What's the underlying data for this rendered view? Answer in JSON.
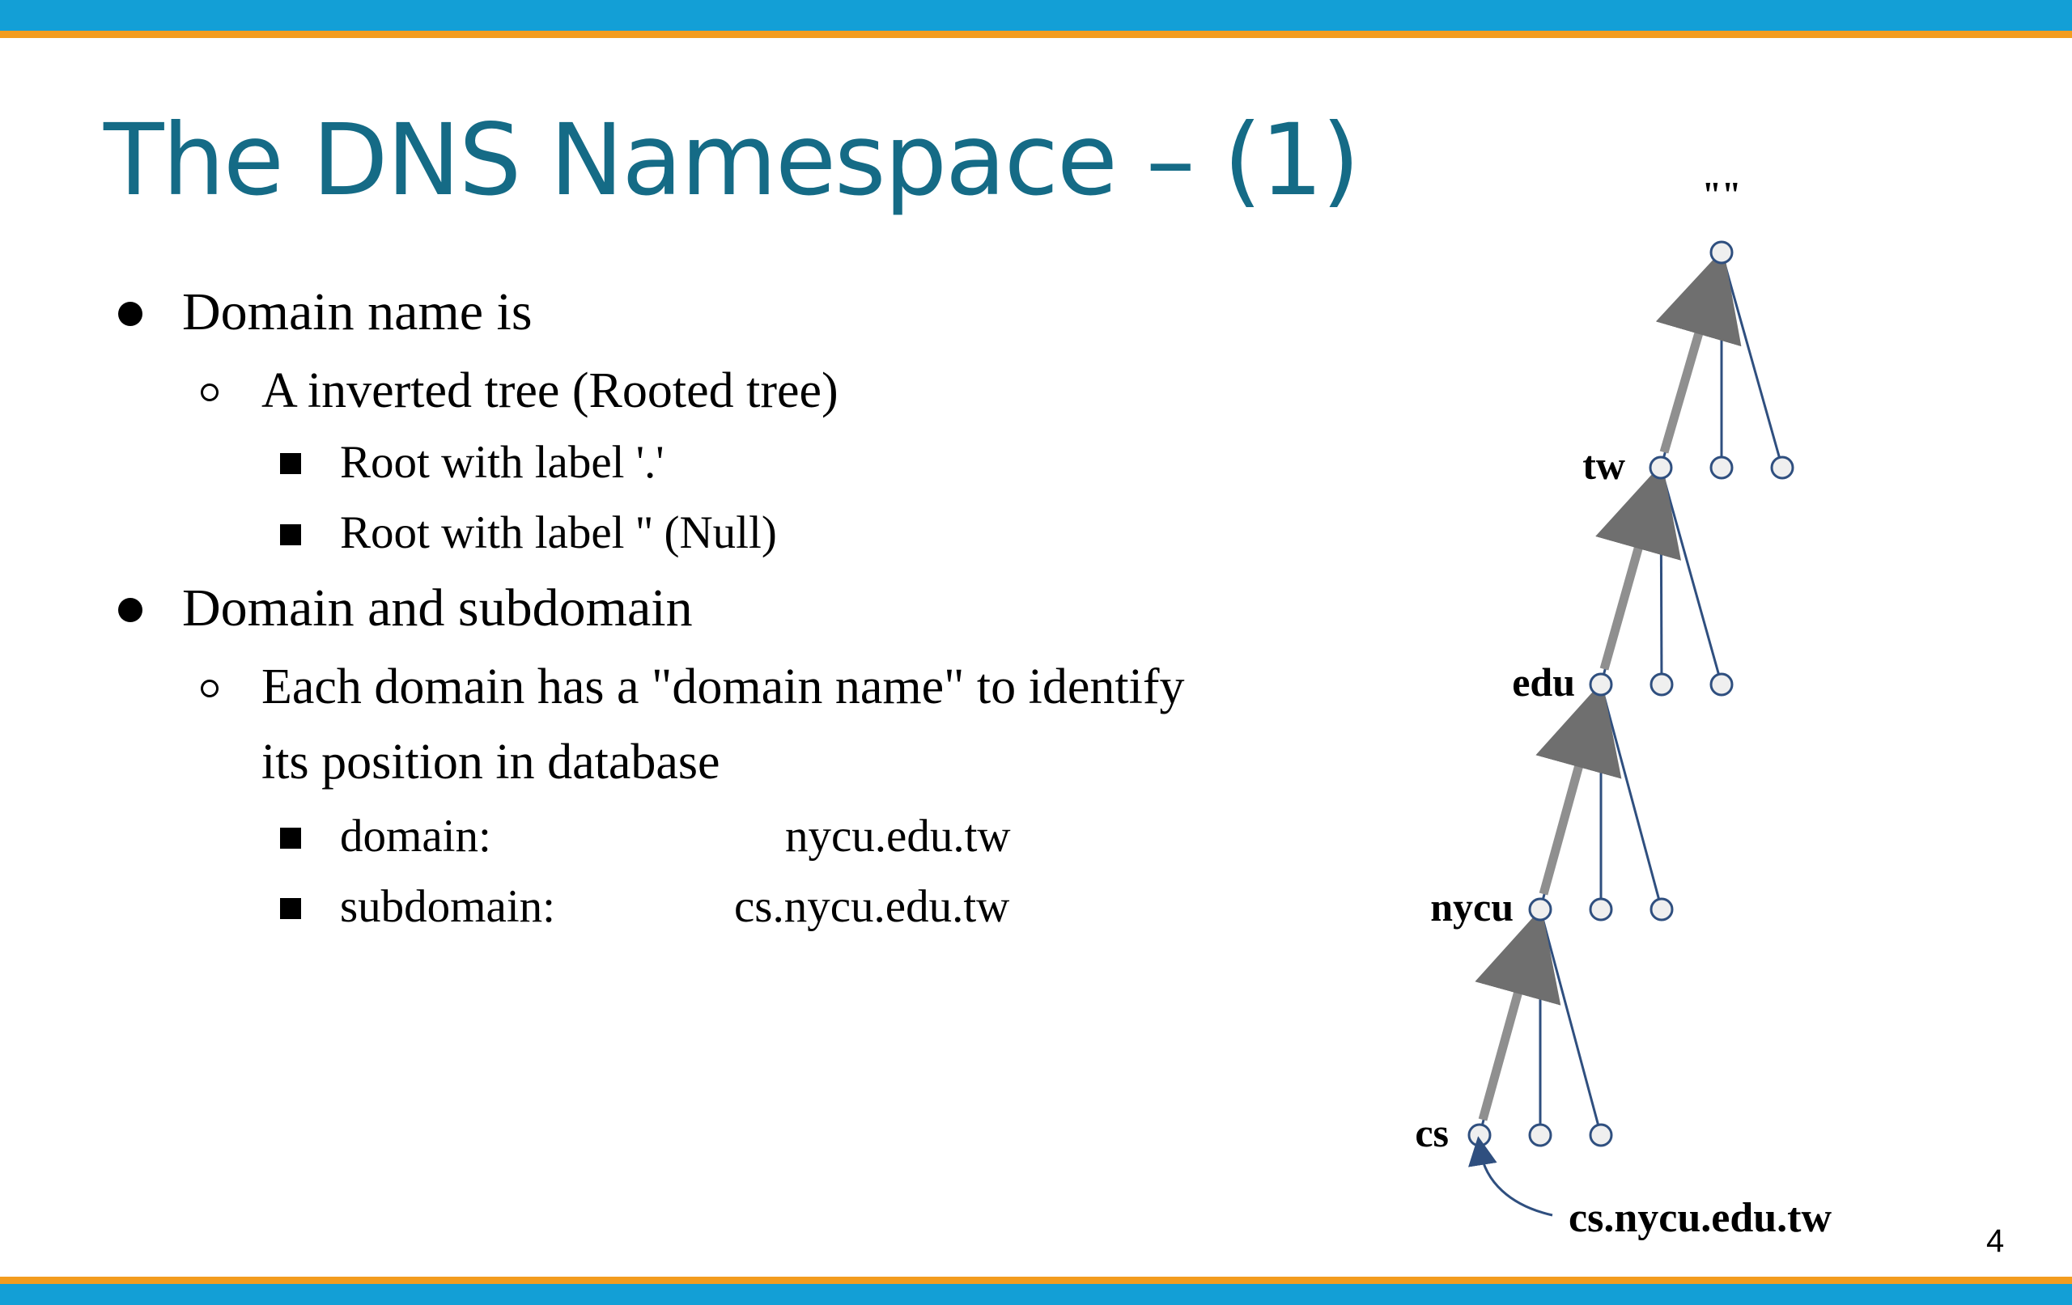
{
  "slide": {
    "title": "The DNS Namespace – (1)",
    "page_number": "4"
  },
  "bullets": {
    "b1": "Domain name is",
    "b1_1": "A inverted tree (Rooted tree)",
    "b1_1_1": "Root with label '.'",
    "b1_1_2": "Root with label '' (Null)",
    "b2": "Domain and subdomain",
    "b2_1_line1": "Each domain has a \"domain name\" to identify",
    "b2_1_line2": "its position in database",
    "b2_1_1_label": "domain:",
    "b2_1_1_value": "nycu.edu.tw",
    "b2_1_2_label": "subdomain:",
    "b2_1_2_value": "cs.nycu.edu.tw"
  },
  "tree": {
    "root_label": "\"\"",
    "levels": [
      "tw",
      "edu",
      "nycu",
      "cs"
    ],
    "full_name": "cs.nycu.edu.tw"
  },
  "colors": {
    "title": "#156b86",
    "bar": "#139fd6",
    "stripe": "#f39c1e",
    "tree_line": "#2f4f7f",
    "node_fill": "#eeeeee",
    "path_arrow": "#9a9a9a"
  }
}
